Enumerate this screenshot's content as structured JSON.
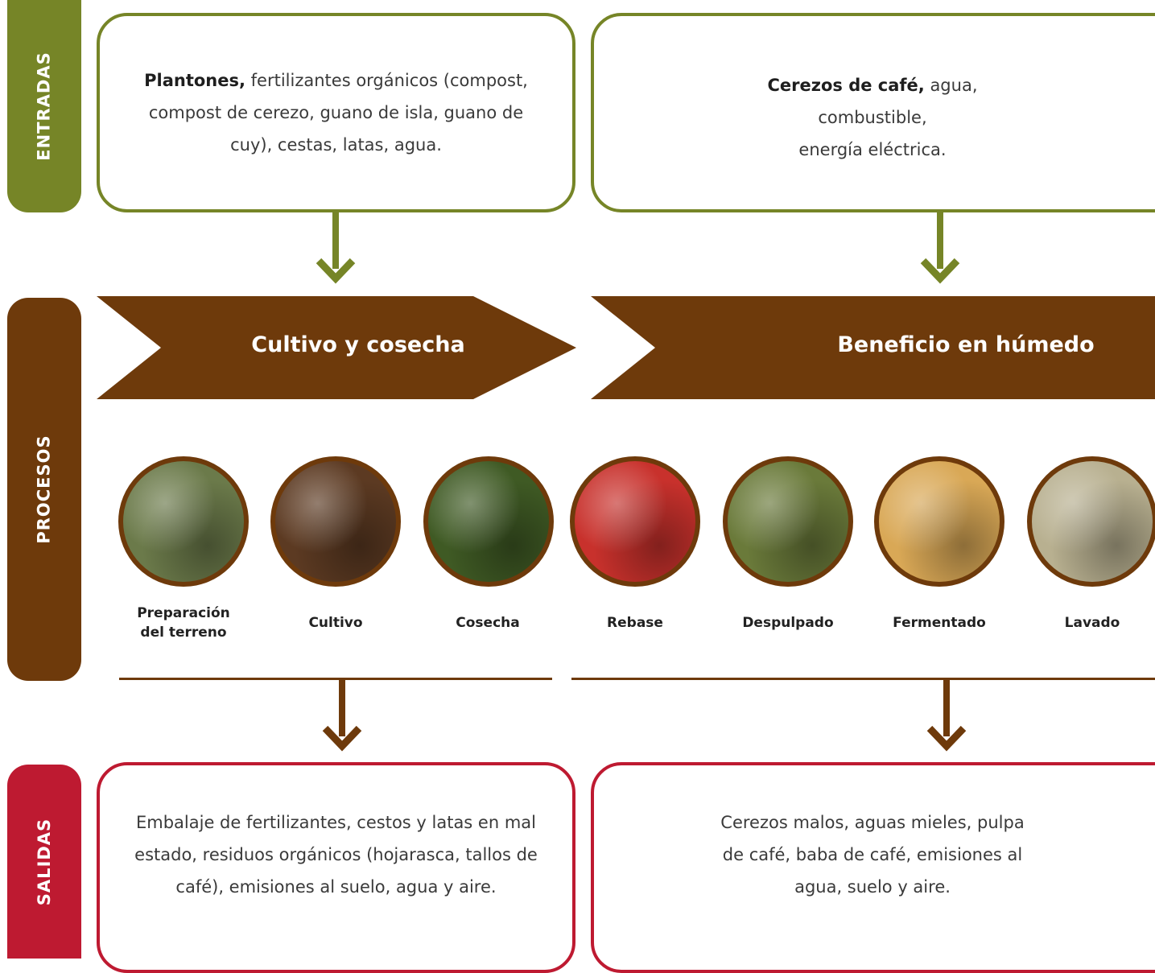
{
  "sections": {
    "inputs": "ENTRADAS",
    "processes": "PROCESOS",
    "outputs": "SALIDAS"
  },
  "inputs": {
    "left": {
      "bold": "Plantones,",
      "text": " fertilizantes orgánicos (compost, compost de cerezo, guano de isla, guano de cuy), cestas, latas, agua."
    },
    "right": {
      "bold": "Cerezos de café,",
      "line1": " agua,",
      "line2": "combustible,",
      "line3": "energía eléctrica."
    }
  },
  "processes": {
    "stage1": "Cultivo y cosecha",
    "stage2": "Beneficio en húmedo",
    "steps": [
      {
        "label1": "Preparación",
        "label2": "del terreno",
        "photo": "land-preparation-photo",
        "color": "#6b7a4a"
      },
      {
        "label1": "Cultivo",
        "photo": "planting-photo",
        "color": "#5c3a22"
      },
      {
        "label1": "Cosecha",
        "photo": "harvest-photo",
        "color": "#3f5a24"
      },
      {
        "label1": "Rebase",
        "photo": "cherry-sorting-photo",
        "color": "#c8312c"
      },
      {
        "label1": "Despulpado",
        "photo": "pulping-photo",
        "color": "#6a7a3a"
      },
      {
        "label1": "Fermentado",
        "photo": "fermentation-photo",
        "color": "#d9a856"
      },
      {
        "label1": "Lavado",
        "photo": "washing-photo",
        "color": "#b8b090"
      }
    ]
  },
  "outputs": {
    "left": "Embalaje de fertilizantes, cestos y latas en mal estado, residuos orgánicos (hojarasca, tallos de café), emisiones al suelo, agua y aire.",
    "right": "Cerezos malos, aguas mieles, pulpa de café, baba de café, emisiones al agua, suelo y aire."
  },
  "colors": {
    "green": "#768527",
    "brown": "#6e3a0b",
    "red": "#be1a31"
  }
}
